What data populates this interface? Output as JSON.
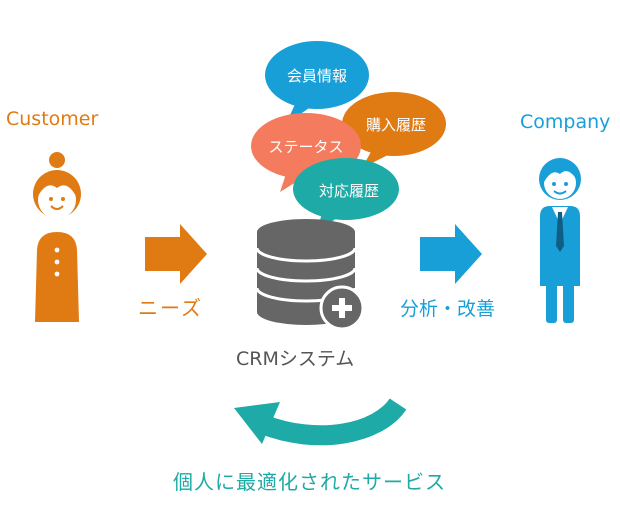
{
  "labels": {
    "customer": "Customer",
    "company": "Company",
    "needs": "ニーズ",
    "analysis": "分析・改善",
    "crm_system": "CRMシステム",
    "personalized_service": "個人に最適化されたサービス"
  },
  "bubbles": {
    "member_info": "会員情報",
    "purchase_history": "購入履歴",
    "status": "ステータス",
    "response_history": "対応履歴"
  },
  "colors": {
    "orange": "#e07b14",
    "blue": "#199fd7",
    "teal": "#1eaaa6",
    "coral": "#f47b5d",
    "gray": "#666666"
  }
}
